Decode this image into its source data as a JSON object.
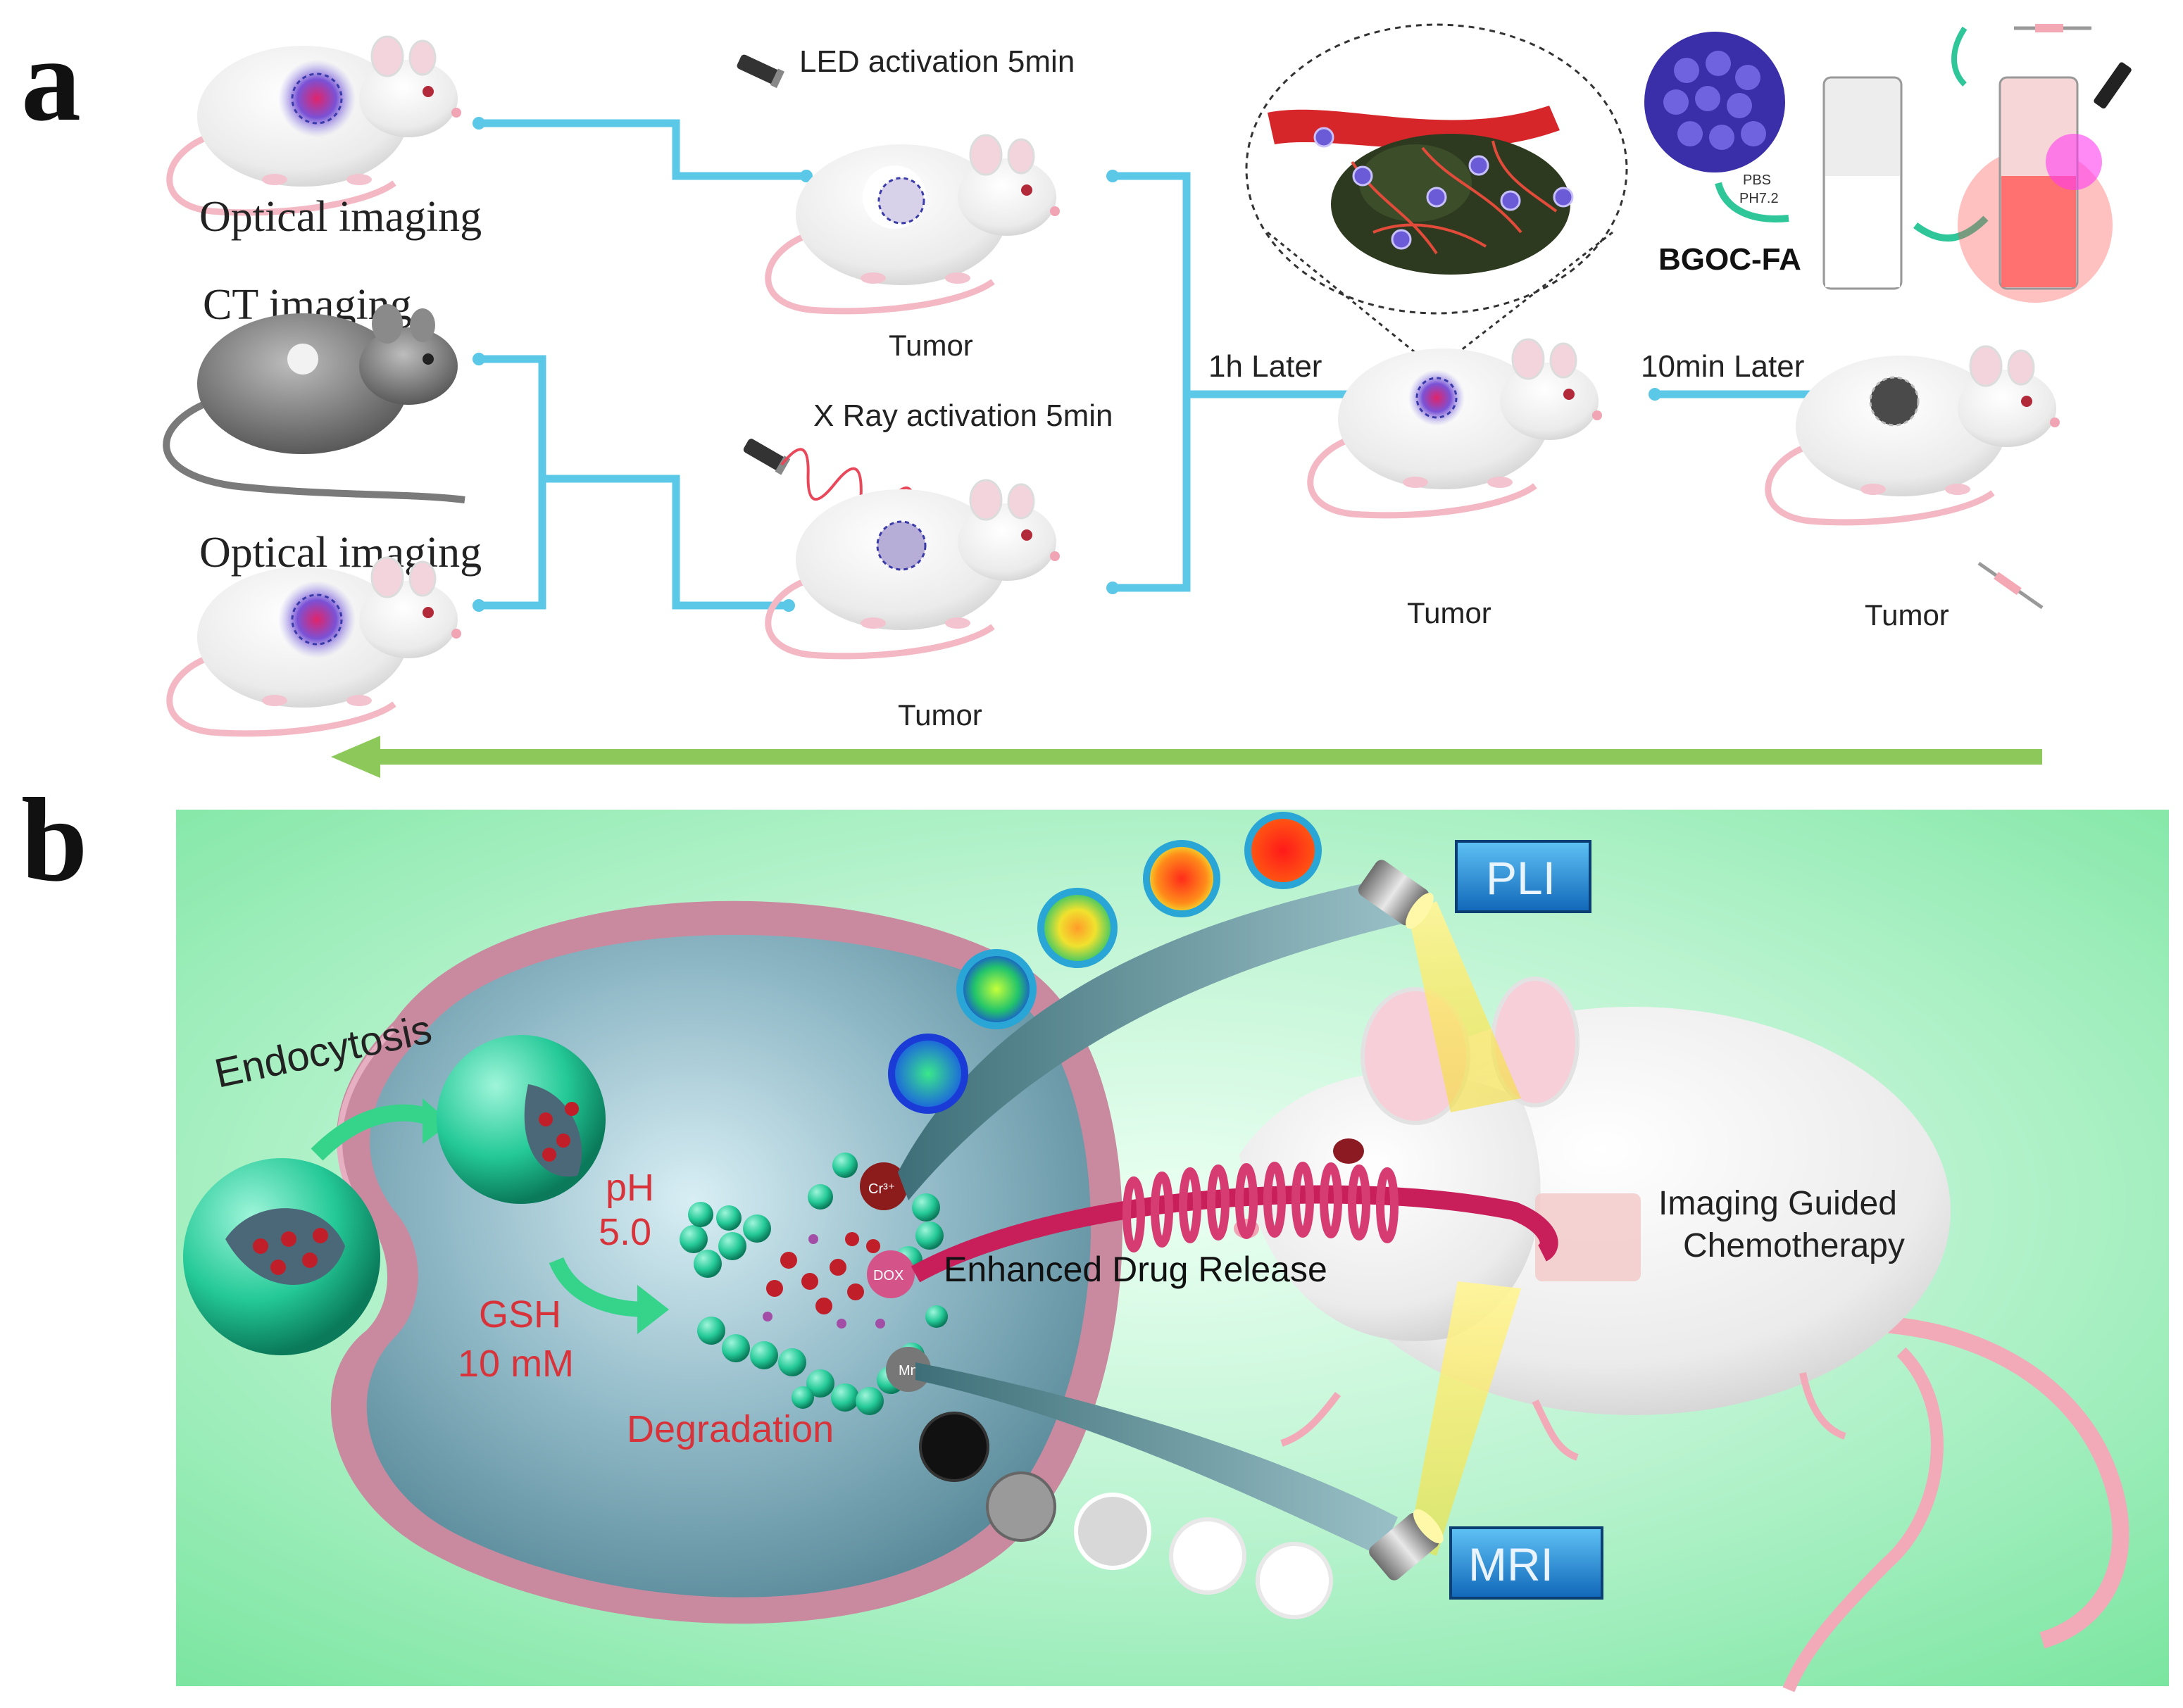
{
  "panel_a": {
    "label": "a",
    "optical_imaging_top": "Optical imaging",
    "ct_imaging": "CT imaging",
    "optical_imaging_bottom": "Optical imaging",
    "led_activation": "LED activation 5min",
    "xray_activation": "X Ray activation 5min",
    "tumor_led": "Tumor",
    "tumor_xray": "Tumor",
    "tumor_center": "Tumor",
    "tumor_right": "Tumor",
    "one_hour_later": "1h Later",
    "ten_min_later": "10min Later",
    "pbs": "PBS",
    "ph": "PH7.2",
    "bgoc_fa": "BGOC-FA"
  },
  "panel_b": {
    "label": "b",
    "endocytosis": "Endocytosis",
    "ph_label": "pH",
    "ph_value": "5.0",
    "gsh_label": "GSH",
    "gsh_value": "10 mM",
    "degradation": "Degradation",
    "enhanced_drug_release": "Enhanced Drug Release",
    "imaging_guided_line1": "Imaging Guided",
    "imaging_guided_line2": "Chemotherapy",
    "pli": "PLI",
    "mri": "MRI",
    "cr_ion": "Cr³⁺",
    "dox": "DOX",
    "mn_ion": "Mn"
  },
  "colors": {
    "connector": "#5cc8e8",
    "return_arrow": "#8cc85a",
    "background_b": "#8fe8b4",
    "cell_fill": "#7fa9b6",
    "cell_rim": "#c98aa0",
    "nanoparticle": "#2fd6a8",
    "text_red": "#d8333a",
    "badge_blue": "#2a8fd6"
  }
}
